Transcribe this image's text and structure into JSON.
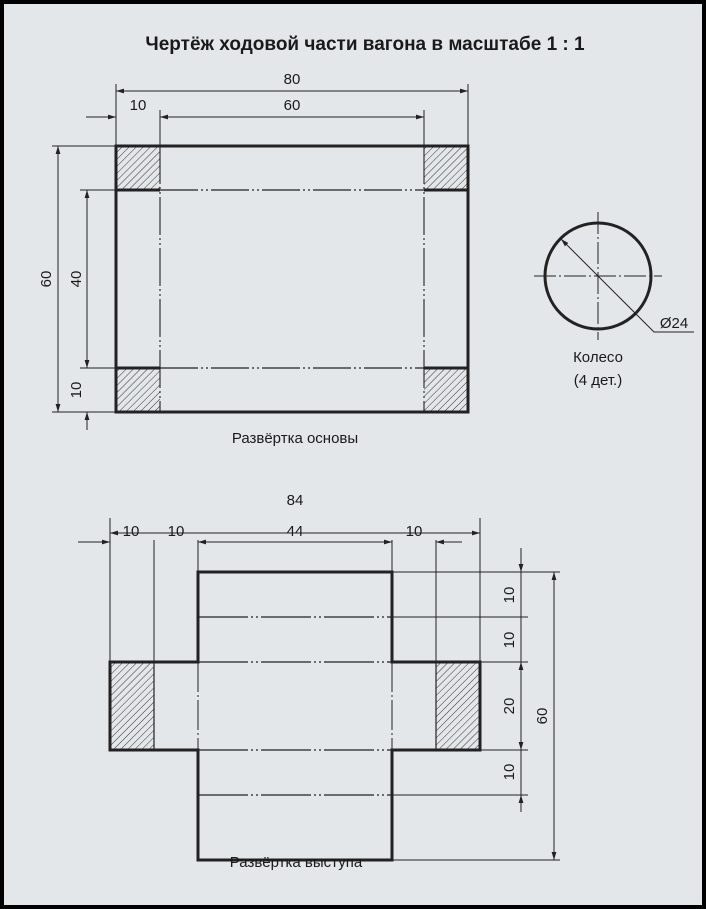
{
  "title": "Чертёж ходовой части вагона в масштабе 1 : 1",
  "base": {
    "caption": "Развёртка основы",
    "dims": {
      "total_width": "80",
      "side": "10",
      "inner_width": "60",
      "total_height": "60",
      "inner_height": "40",
      "bottom": "10"
    }
  },
  "wheel": {
    "diameter": "Ø24",
    "name": "Колесо",
    "qty": "(4  дет.)"
  },
  "ledge": {
    "caption": "Развёртка выступа",
    "dims": {
      "total_width": "84",
      "w1": "10",
      "w2": "10",
      "w3": "44",
      "w4": "10",
      "h1": "10",
      "h2": "10",
      "h3": "20",
      "h4": "10",
      "total_height": "60"
    }
  }
}
